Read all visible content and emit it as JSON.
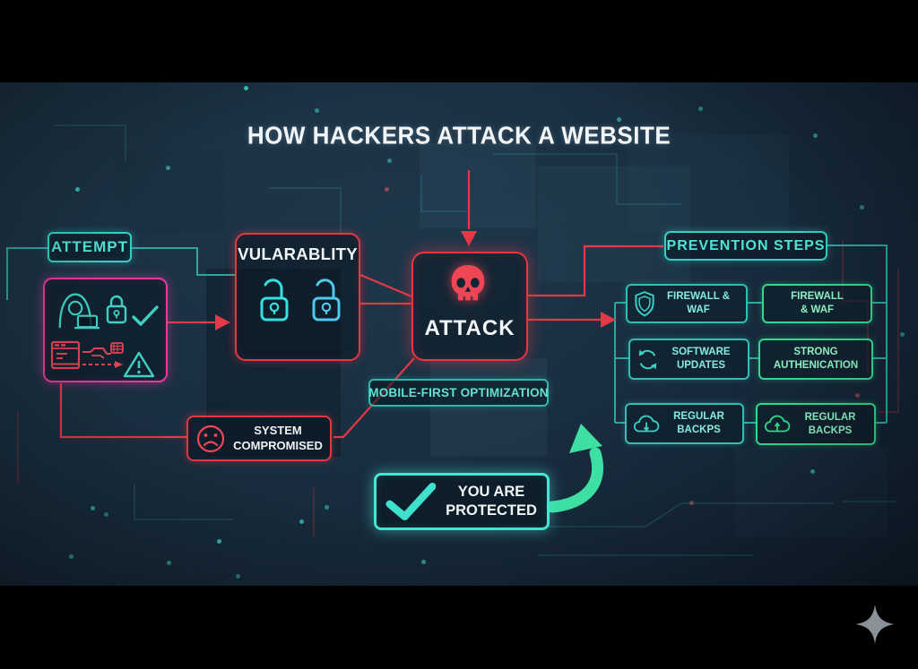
{
  "title": "HOW HACKERS ATTACK A WEBSITE",
  "flow": {
    "attempt": "ATTEMPT",
    "vulnerability": "VULARABLITY",
    "attack": "ATTACK",
    "mobile_first": "MOBILE-FIRST OPTIMIZATION",
    "system_compromised": {
      "line1": "SYSTEM",
      "line2": "COMPROMISED"
    },
    "protected": {
      "line1": "YOU ARE",
      "line2": "PROTECTED"
    }
  },
  "prevention": {
    "header": "PREVENTION STEPS",
    "boxes": [
      {
        "icon": "shield-icon",
        "line1": "FIREWALL &",
        "line2": "WAF"
      },
      {
        "icon": "",
        "line1": "FIREWALL",
        "line2": "& WAF"
      },
      {
        "icon": "refresh-icon",
        "line1": "SOFTWARE",
        "line2": "UPDATES"
      },
      {
        "icon": "",
        "line1": "STRONG",
        "line2": "AUTHENICATION"
      },
      {
        "icon": "cloud-download-icon",
        "line1": "REGULAR",
        "line2": "BACKPS"
      },
      {
        "icon": "cloud-upload-icon",
        "line1": "REGULAR",
        "line2": "BACKPS"
      }
    ]
  },
  "icons": {
    "attempt_box": [
      "hacker-icon",
      "lock-icon",
      "check-icon",
      "terminal-icon",
      "exploit-arrow-icon",
      "warning-icon"
    ],
    "vulnerability_box": [
      "open-lock-icon",
      "open-lock-icon"
    ],
    "attack_box": "skull-icon",
    "system_box": "sad-face-icon",
    "protected_box": "check-icon",
    "flow_arrow": "curved-arrow-icon",
    "watermark": "sparkle-icon"
  },
  "colors": {
    "background": "#16293a",
    "letterbox": "#000000",
    "teal": "#35cfc3",
    "green": "#31d98e",
    "red": "#e23744",
    "pink": "#e83a9c",
    "mint": "#46e6d6",
    "white": "#f1f5f8",
    "sparkle_gray": "#8b9199"
  }
}
